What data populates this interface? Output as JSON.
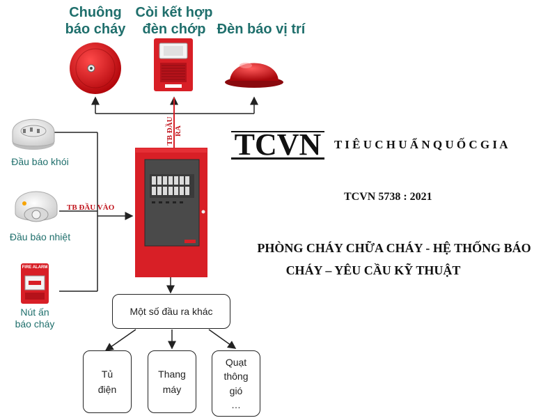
{
  "top_devices": [
    {
      "label_line1": "Chuông",
      "label_line2": "báo cháy",
      "icon": "fire-bell-icon"
    },
    {
      "label_line1": "Còi kết hợp",
      "label_line2": "đèn chớp",
      "icon": "horn-strobe-icon"
    },
    {
      "label_line1": "Đèn báo vị trí",
      "label_line2": "",
      "icon": "location-lamp-icon"
    }
  ],
  "input_devices": [
    {
      "label_line1": "Đầu báo khói",
      "label_line2": "",
      "icon": "smoke-detector-icon"
    },
    {
      "label_line1": "Đầu báo nhiệt",
      "label_line2": "",
      "icon": "heat-detector-icon"
    },
    {
      "label_line1": "Nút ấn",
      "label_line2": "báo cháy",
      "icon": "manual-call-point-icon",
      "sign_text": "FIRE ALARM"
    }
  ],
  "output_label": "TB ĐẦU RA",
  "input_label": "TB ĐẦU VÀO",
  "other_outputs": {
    "label": "Một số đầu ra khác",
    "items": [
      {
        "line1": "Tủ",
        "line2": "điện",
        "line3": ""
      },
      {
        "line1": "Thang",
        "line2": "máy",
        "line3": ""
      },
      {
        "line1": "Quạt",
        "line2": "thông",
        "line3": "gió",
        "line4": "…"
      }
    ]
  },
  "standard": {
    "logo": "TCVN",
    "logo_subtitle": "T I Ê U C H U Ẩ N Q U Ố C G I A",
    "code": "TCVN 5738 : 2021",
    "title_line1": "PHÒNG CHÁY CHỮA CHÁY - HỆ THỐNG BÁO",
    "title_line2": "CHÁY – YÊU CẦU KỸ THUẬT"
  },
  "colors": {
    "accent_red": "#d81f26",
    "label_teal": "#1f6f6c",
    "line": "#222222"
  }
}
